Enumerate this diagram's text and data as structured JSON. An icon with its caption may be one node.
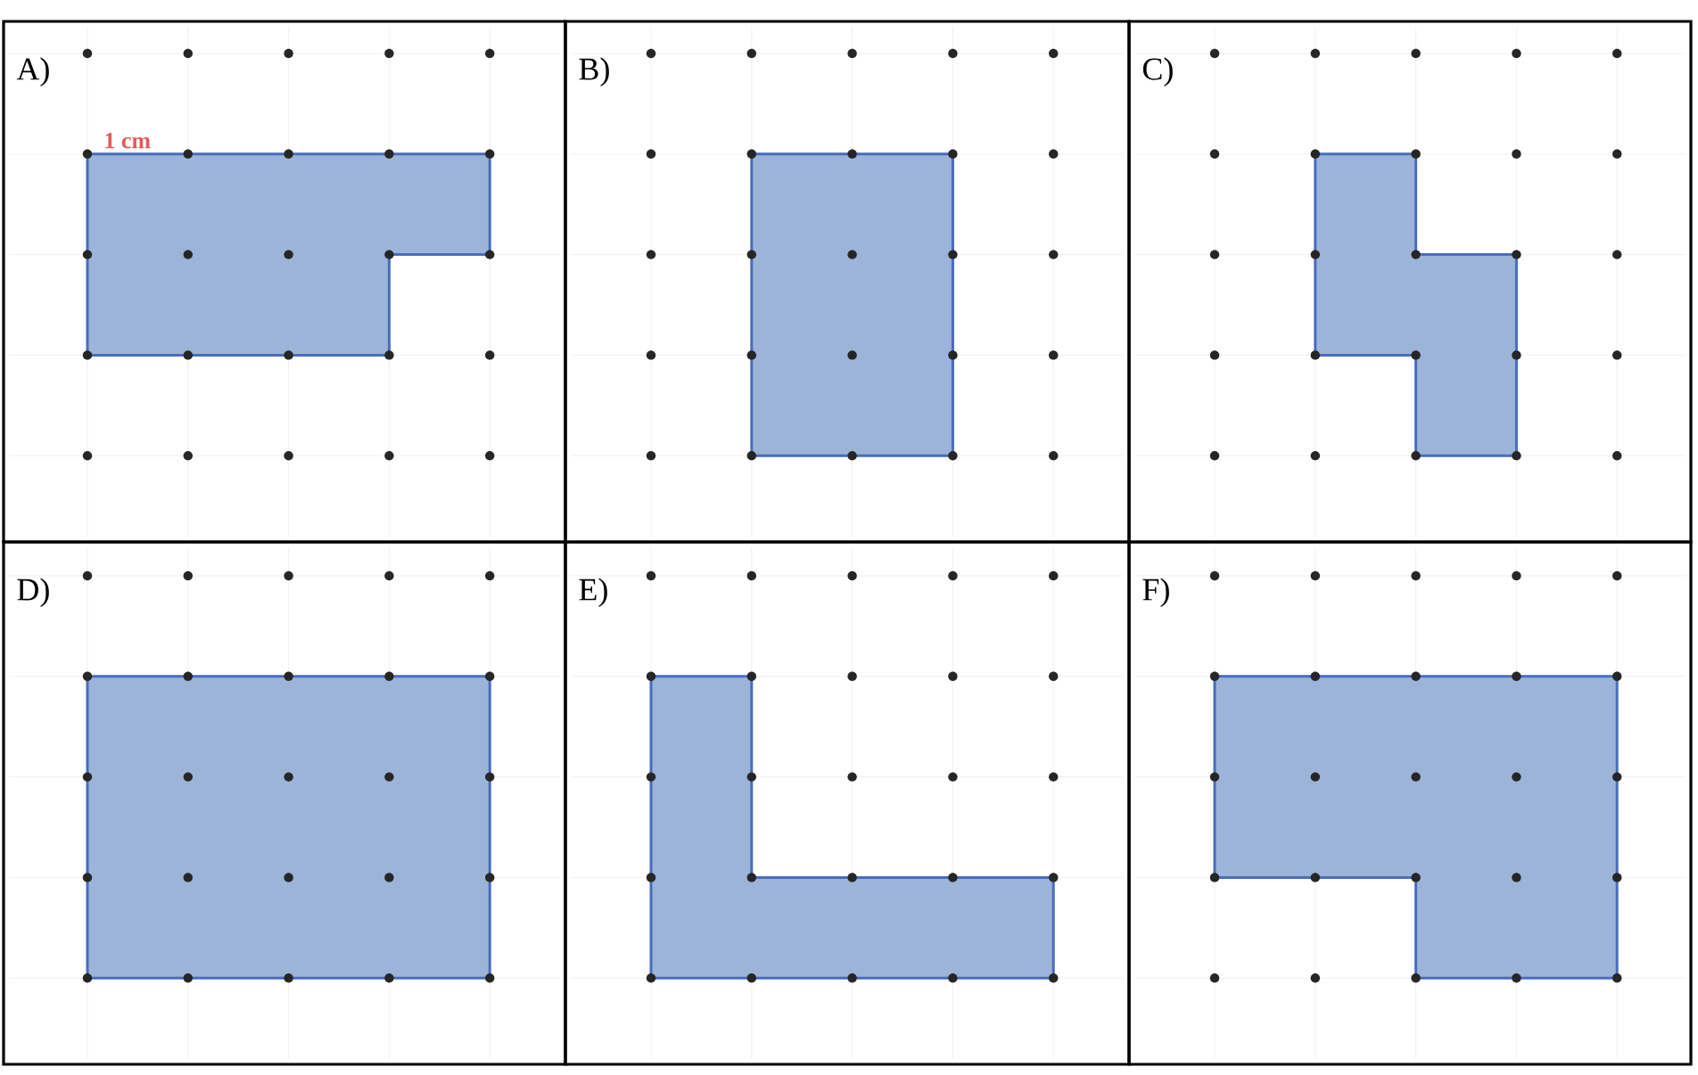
{
  "diagram": {
    "nodes": [
      {
        "text": [
          "A)"
        ]
      },
      {
        "text": [
          "B)"
        ]
      },
      {
        "text": [
          "C)"
        ]
      },
      {
        "text": [
          "D)"
        ]
      },
      {
        "text": [
          "E)"
        ]
      },
      {
        "text": [
          "F)"
        ]
      }
    ],
    "labels": [
      "1 cm"
    ]
  }
}
